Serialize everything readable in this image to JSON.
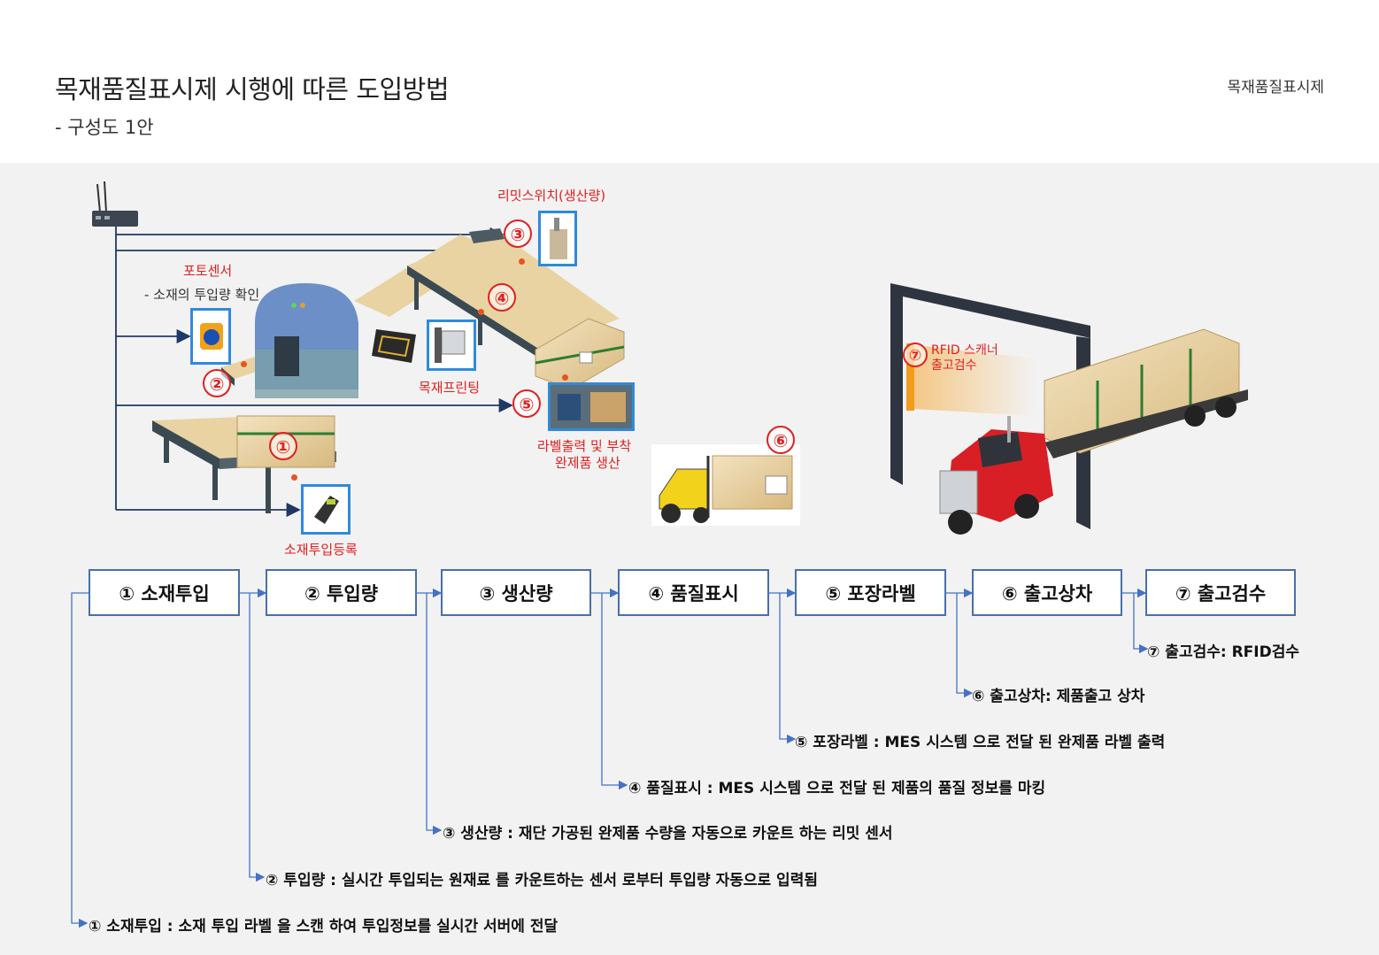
{
  "header": {
    "title": "목재품질표시제 시행에  따른 도입방법",
    "subtitle": "- 구성도 1안",
    "category": "목재품질표시제"
  },
  "diagram": {
    "markers": [
      "①",
      "②",
      "③",
      "④",
      "⑤",
      "⑥",
      "⑦"
    ],
    "labels": {
      "limit_switch": "리밋스위치(생산량)",
      "photo_sensor": "포토센서",
      "photo_sensor_desc": "- 소재의 투입량 확인",
      "wood_printing": "목재프린팅",
      "label_print_1": "라벨출력 및 부착",
      "label_print_2": "완제품 생산",
      "material_register": "소재투입등록",
      "rfid_1": "RFID 스캐너",
      "rfid_2": "출고검수"
    }
  },
  "steps": [
    "① 소재투입",
    "② 투입량",
    "③ 생산량",
    "④ 품질표시",
    "⑤ 포장라벨",
    "⑥ 출고상차",
    "⑦ 출고검수"
  ],
  "descriptions": [
    "⑦ 출고검수: RFID검수",
    "⑥ 출고상차: 제품출고 상차",
    "⑤ 포장라벨 : MES 시스템 으로 전달 된 완제품 라벨 출력",
    "④ 품질표시 : MES 시스템 으로 전달 된 제품의 품질 정보를 마킹",
    "③ 생산량 : 재단 가공된 완제품 수량을 자동으로 카운트 하는 리밋 센서",
    "② 투입량 : 실시간 투입되는 원재료 를 카운트하는 센서 로부터 투입량 자동으로 입력됨",
    "① 소재투입 : 소재 투입 라벨 을 스캔 하여 투입정보를 실시간 서버에 전달"
  ],
  "colors": {
    "accent_red": "#e02020",
    "box_border": "#4a6fa8",
    "thumb_border": "#2e8bdc",
    "connector": "#4472c4"
  }
}
